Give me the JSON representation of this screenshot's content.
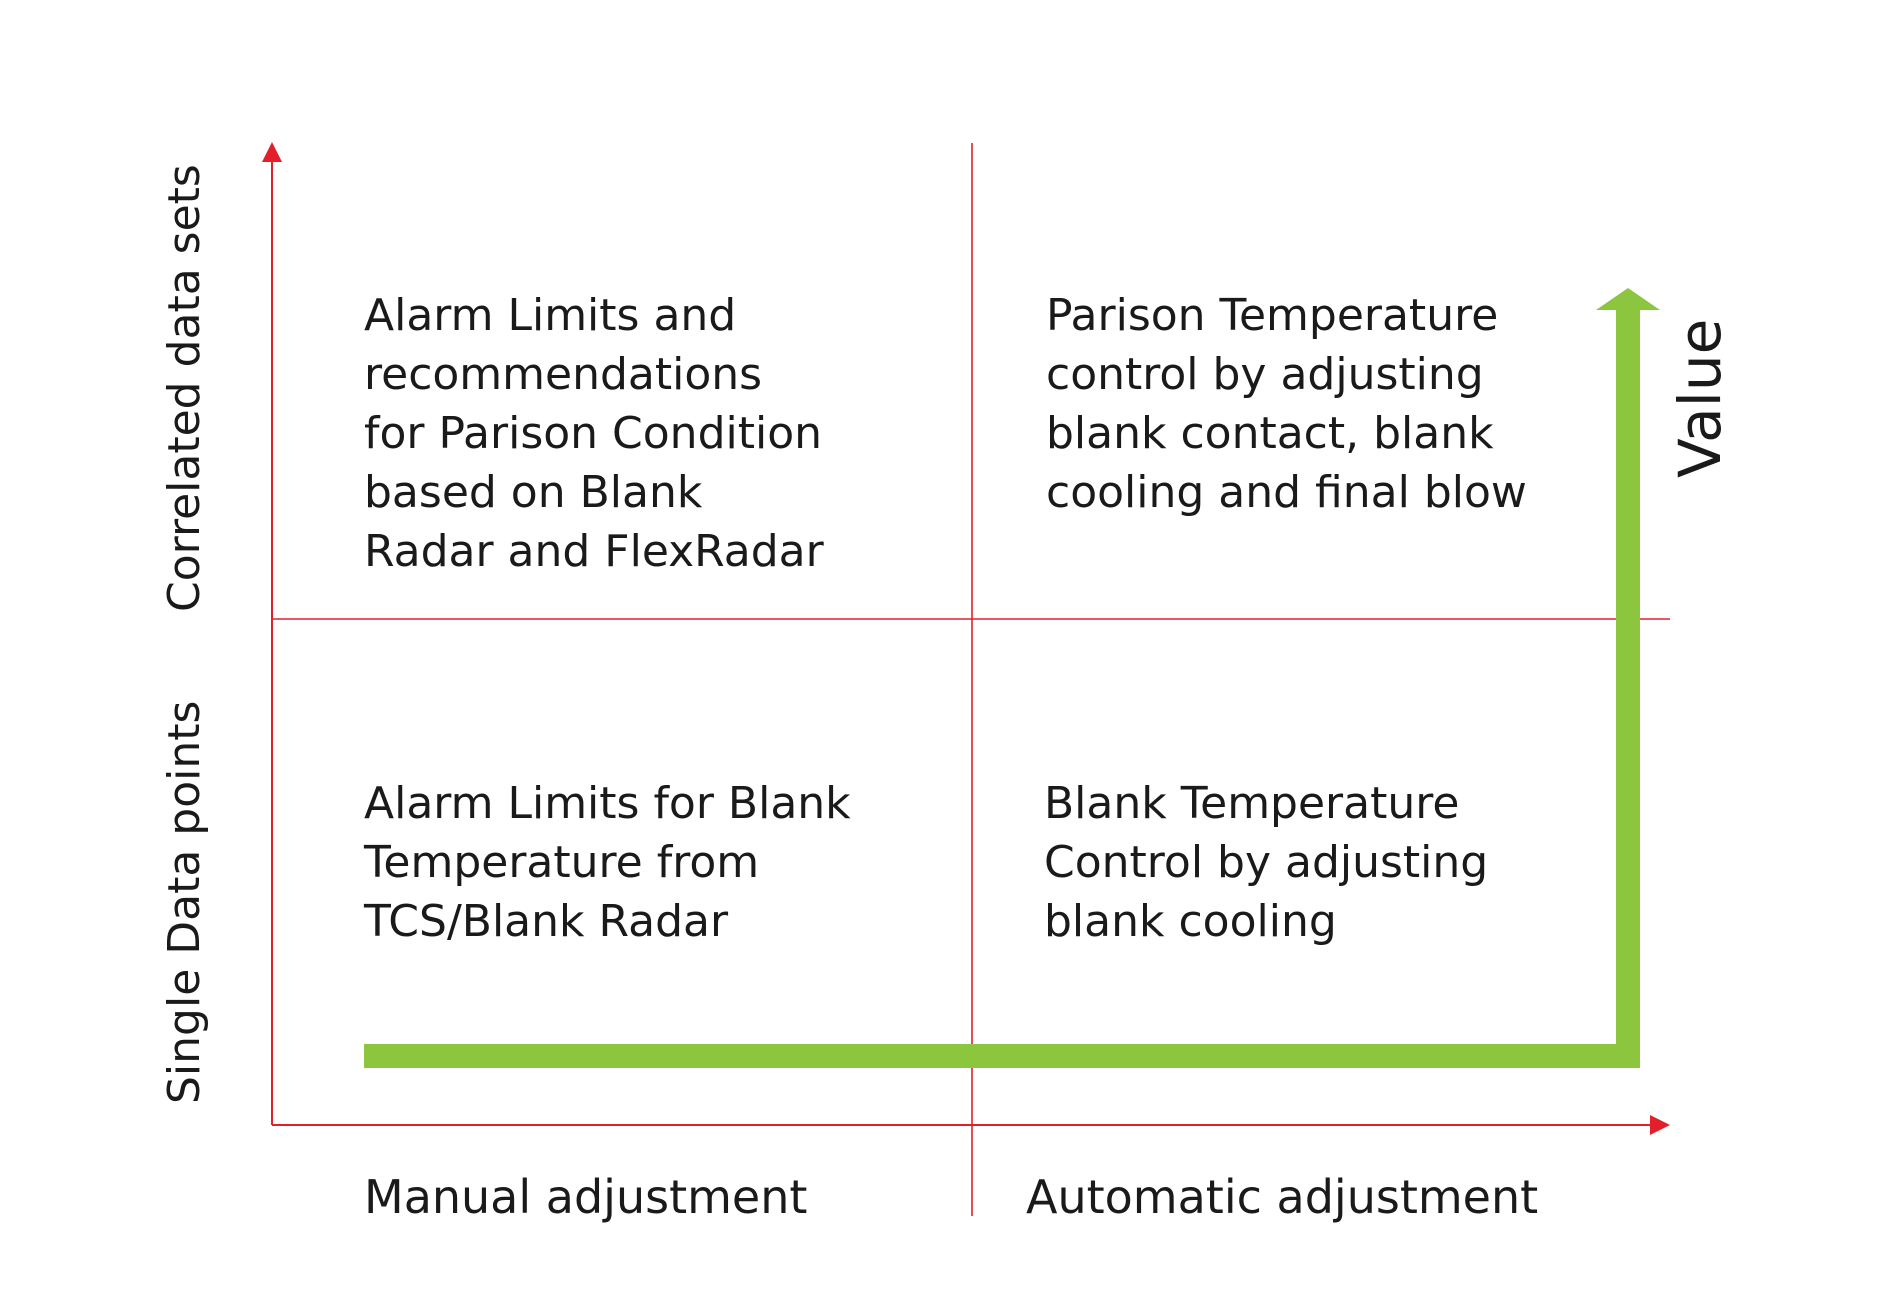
{
  "colors": {
    "axis": "#e2202b",
    "value_arrow": "#8cc63f",
    "text": "#1a1a1a",
    "background": "#ffffff"
  },
  "axes": {
    "y_top_label": "Correlated data sets",
    "y_bottom_label": "Single Data points",
    "x_left_label": "Manual adjustment",
    "x_right_label": "Automatic adjustment"
  },
  "value_arrow_label": "Value",
  "quadrants": {
    "top_left": "Alarm Limits and\nrecommendations\nfor Parison Condition\nbased on Blank\nRadar and FlexRadar",
    "top_right": "Parison Temperature\ncontrol by adjusting\nblank contact, blank\ncooling and final blow",
    "bottom_left": "Alarm Limits for Blank\nTemperature from\nTCS/Blank Radar",
    "bottom_right": "Blank Temperature\nControl by adjusting\nblank cooling"
  }
}
